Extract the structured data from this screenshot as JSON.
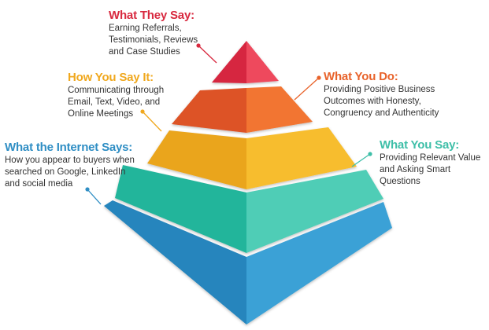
{
  "labels": {
    "what_they_say": {
      "title": "What They Say:",
      "description": "Earning Referrals,\nTestimonials, Reviews\nand Case Studies",
      "color": "#d8293f"
    },
    "how_you_say_it": {
      "title": "How You Say It:",
      "description": "Communicating through\nEmail, Text, Video, and\nOnline Meetings",
      "color": "#f0a81e"
    },
    "what_the_internet_says": {
      "title": "What the Internet Says:",
      "description": "How you appear to buyers when\nsearched on Google, LinkedIn\nand social media",
      "color": "#2f8ec4"
    },
    "what_you_do": {
      "title": "What You Do:",
      "description": "Providing Positive Business\nOutcomes with Honesty,\nCongruency and Authenticity",
      "color": "#e8622a"
    },
    "what_you_say": {
      "title": "What You Say:",
      "description": "Providing Relevant Value\nand Asking Smart Questions",
      "color": "#3ebfa8"
    }
  },
  "pyramid_tiers": [
    {
      "name": "tier-red",
      "left_color": "#d6283f",
      "right_color": "#ee4a5d"
    },
    {
      "name": "tier-orange",
      "left_color": "#dd5326",
      "right_color": "#f27430"
    },
    {
      "name": "tier-yellow",
      "left_color": "#eaa51d",
      "right_color": "#f7bd2f"
    },
    {
      "name": "tier-teal",
      "left_color": "#23b59b",
      "right_color": "#4fcdb6"
    },
    {
      "name": "tier-blue",
      "left_color": "#2585bd",
      "right_color": "#3aa1d6"
    }
  ]
}
